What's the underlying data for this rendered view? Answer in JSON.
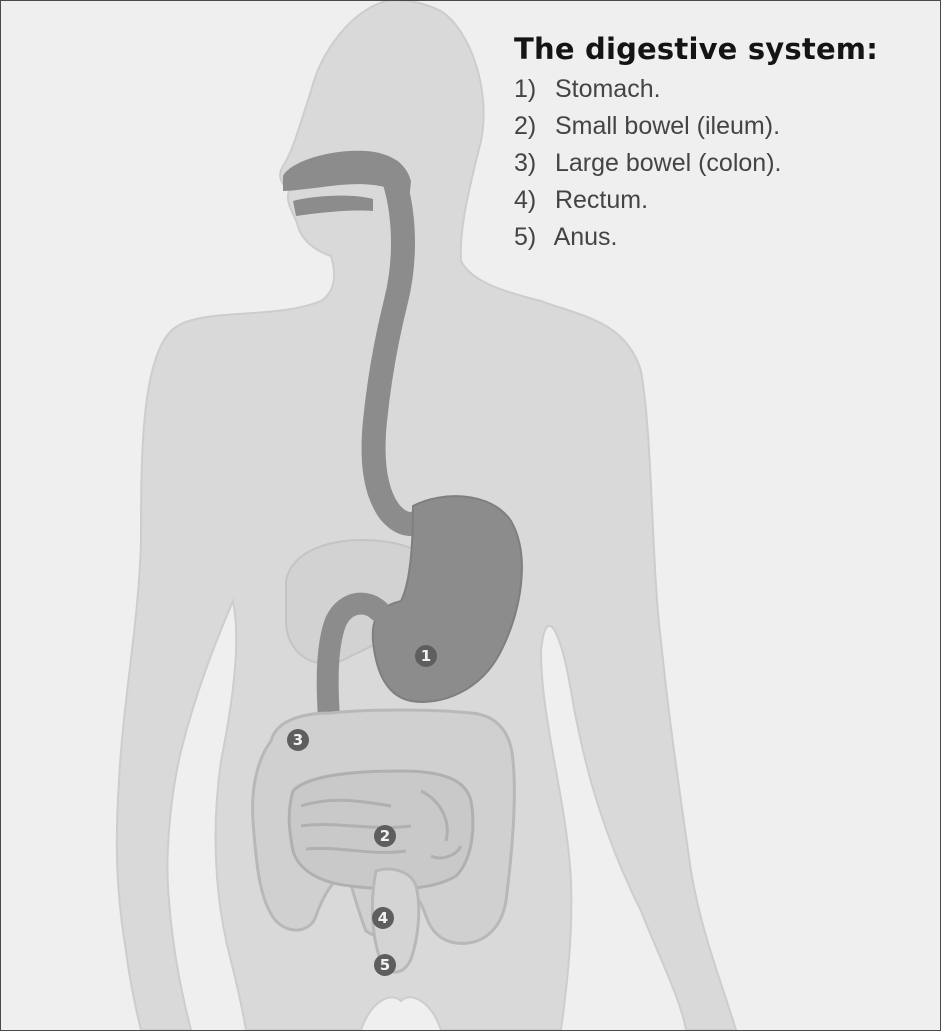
{
  "legend": {
    "title": "The digestive system:",
    "items": [
      {
        "number": "1)",
        "label": "Stomach."
      },
      {
        "number": "2)",
        "label": "Small bowel (ileum)."
      },
      {
        "number": "3)",
        "label": "Large bowel (colon)."
      },
      {
        "number": "4)",
        "label": "Rectum."
      },
      {
        "number": "5)",
        "label": "Anus."
      }
    ]
  },
  "markers": [
    {
      "id": "1",
      "organ": "stomach"
    },
    {
      "id": "2",
      "organ": "small-bowel"
    },
    {
      "id": "3",
      "organ": "large-bowel"
    },
    {
      "id": "4",
      "organ": "rectum"
    },
    {
      "id": "5",
      "organ": "anus"
    }
  ],
  "colors": {
    "background": "#efefef",
    "body": "#d9d9d9",
    "body_outline": "#c9c9c9",
    "digestive_tract": "#8c8c8c",
    "intestines": "#d0d0d0",
    "marker": "#5e5e5e",
    "title_text": "#141414",
    "item_text": "#444444"
  }
}
